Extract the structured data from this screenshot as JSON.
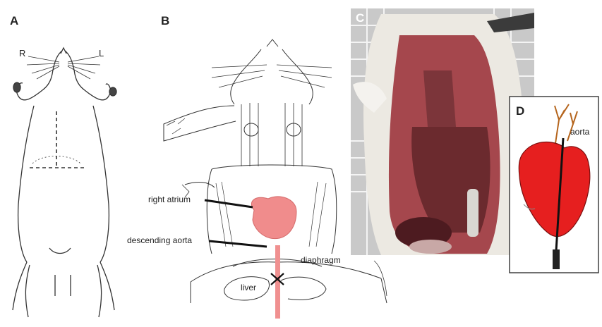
{
  "panels": {
    "a": {
      "letter": "A",
      "right_marker": "R",
      "left_marker": "L"
    },
    "b": {
      "letter": "B",
      "labels": {
        "right_atrium": "right atrium",
        "descending_aorta": "descending aorta",
        "diaphragm": "diaphragm",
        "liver": "liver"
      }
    },
    "c": {
      "letter": "C"
    },
    "d": {
      "letter": "D",
      "labels": {
        "aorta": "aorta"
      }
    }
  },
  "colors": {
    "heart_highlight": "#f08c8c",
    "needle": "#f09090",
    "heart_red": "#e61f1f",
    "tissue_dark": "#6b2a2e",
    "tissue_light": "#a5474d",
    "fur": "#ece9e2",
    "cage_bg": "#c9c9c9"
  }
}
